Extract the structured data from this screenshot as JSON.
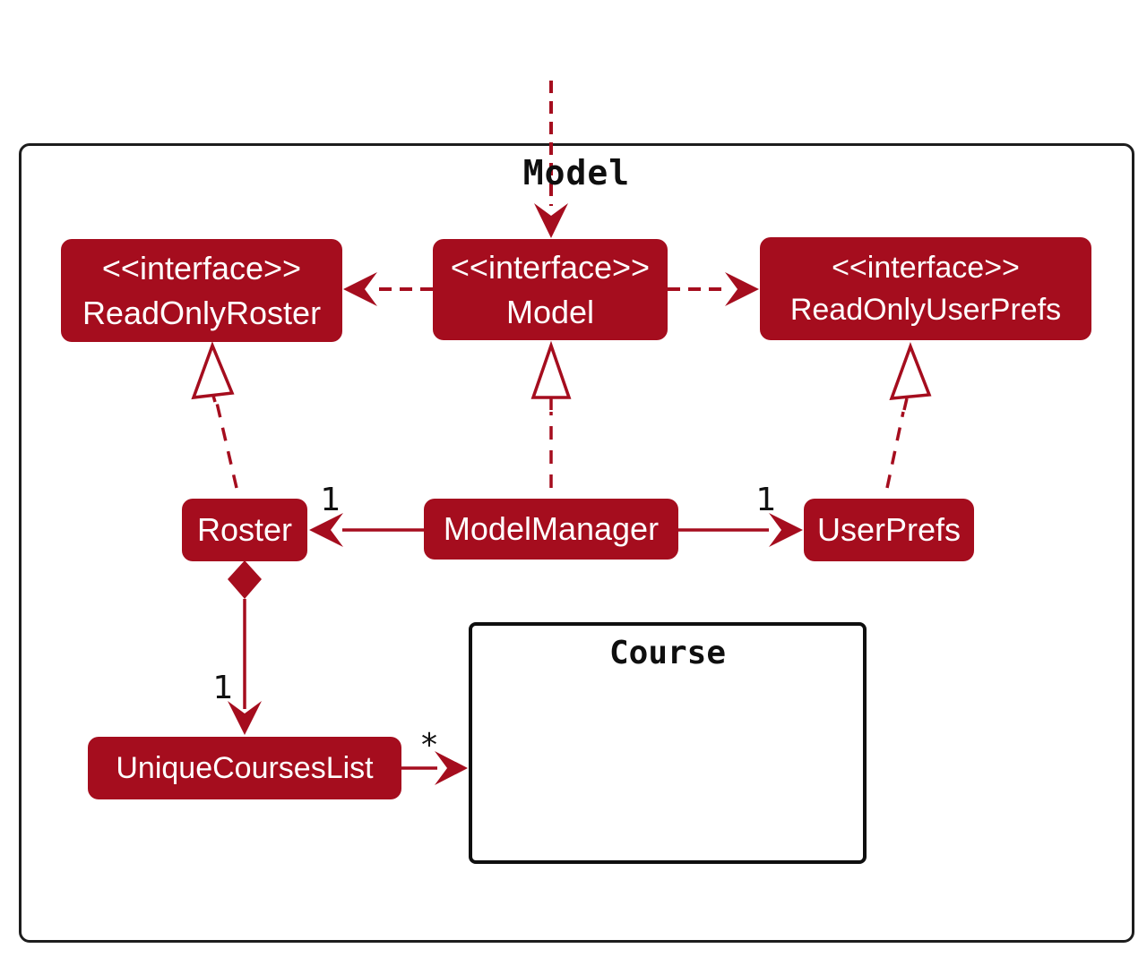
{
  "diagram": {
    "type": "uml-class-diagram",
    "frame": {
      "title": "Model"
    },
    "nodes": {
      "read_only_roster": {
        "stereotype": "<<interface>>",
        "name": "ReadOnlyRoster"
      },
      "model": {
        "stereotype": "<<interface>>",
        "name": "Model"
      },
      "read_only_user_prefs": {
        "stereotype": "<<interface>>",
        "name": "ReadOnlyUserPrefs"
      },
      "roster": {
        "name": "Roster"
      },
      "model_manager": {
        "name": "ModelManager"
      },
      "user_prefs": {
        "name": "UserPrefs"
      },
      "unique_courses_list": {
        "name": "UniqueCoursesList"
      },
      "course": {
        "name": "Course"
      }
    },
    "multiplicities": {
      "model_manager_roster": "1",
      "model_manager_user_prefs": "1",
      "roster_unique_courses_list": "1",
      "unique_courses_list_course": "*"
    },
    "edges": [
      {
        "from": "frame-label",
        "to": "model",
        "type": "dashed-arrow"
      },
      {
        "from": "model",
        "to": "read_only_roster",
        "type": "dashed-arrow"
      },
      {
        "from": "model",
        "to": "read_only_user_prefs",
        "type": "dashed-arrow"
      },
      {
        "from": "roster",
        "to": "read_only_roster",
        "type": "realization"
      },
      {
        "from": "model_manager",
        "to": "model",
        "type": "realization"
      },
      {
        "from": "user_prefs",
        "to": "read_only_user_prefs",
        "type": "realization"
      },
      {
        "from": "model_manager",
        "to": "roster",
        "type": "association",
        "multiplicity": "1"
      },
      {
        "from": "model_manager",
        "to": "user_prefs",
        "type": "association",
        "multiplicity": "1"
      },
      {
        "from": "roster",
        "to": "unique_courses_list",
        "type": "composition",
        "multiplicity": "1"
      },
      {
        "from": "unique_courses_list",
        "to": "course",
        "type": "association",
        "multiplicity": "*"
      }
    ],
    "colors": {
      "node_fill": "#a50d1e",
      "node_text": "#ffffff",
      "edge": "#a50d1e",
      "frame_border": "#1d1d1d",
      "label_text": "#111111"
    }
  }
}
